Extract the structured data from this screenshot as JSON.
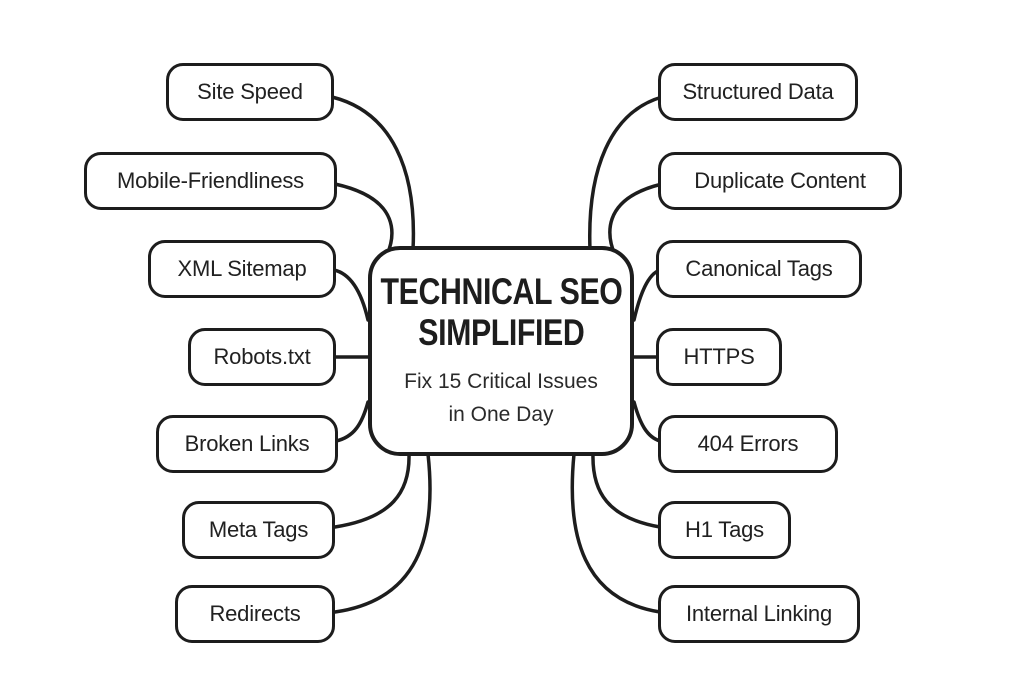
{
  "center": {
    "title_line1": "TECHNICAL SEO",
    "title_line2": "SIMPLIFIED",
    "subtitle_line1": "Fix 15 Critical Issues",
    "subtitle_line2": "in One Day"
  },
  "left_nodes": [
    {
      "label": "Site Speed"
    },
    {
      "label": "Mobile-Friendliness"
    },
    {
      "label": "XML Sitemap"
    },
    {
      "label": "Robots.txt"
    },
    {
      "label": "Broken Links"
    },
    {
      "label": "Meta Tags"
    },
    {
      "label": "Redirects"
    }
  ],
  "right_nodes": [
    {
      "label": "Structured Data"
    },
    {
      "label": "Duplicate Content"
    },
    {
      "label": "Canonical Tags"
    },
    {
      "label": "HTTPS"
    },
    {
      "label": "404 Errors"
    },
    {
      "label": "H1 Tags"
    },
    {
      "label": "Internal Linking"
    }
  ],
  "colors": {
    "stroke": "#1d1d1d",
    "node_fill": "#ffffff",
    "background": "#ffffff",
    "text": "#212121"
  }
}
